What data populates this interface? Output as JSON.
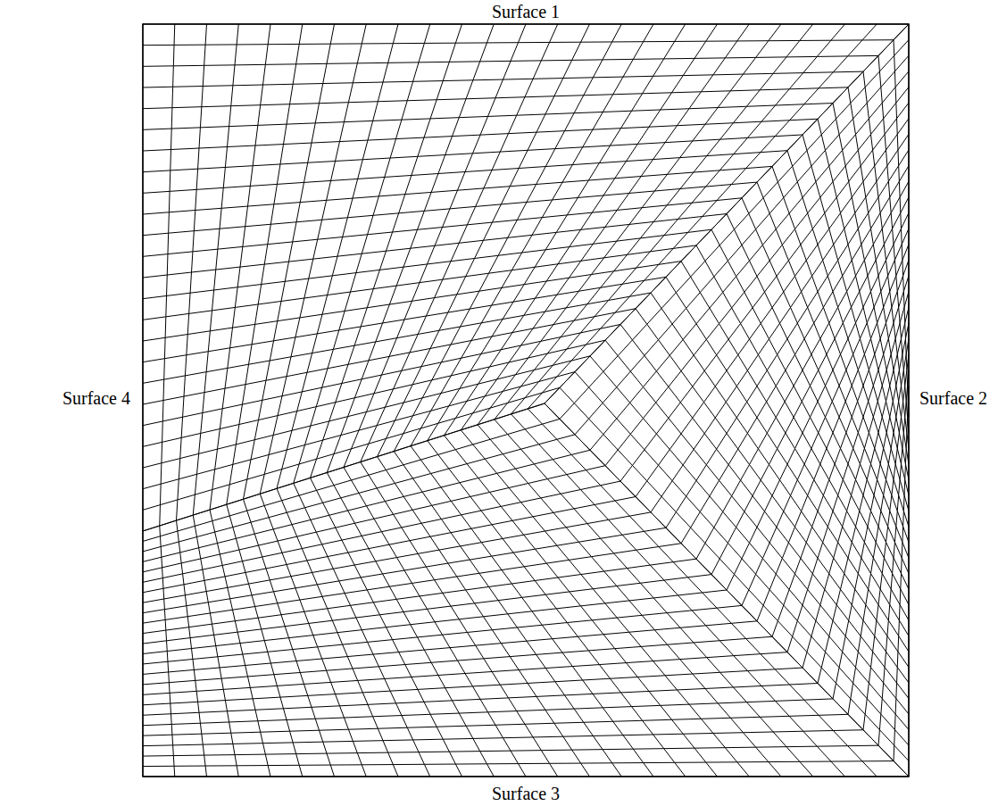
{
  "diagram": {
    "labels": [
      "Surface 1",
      "Surface 2",
      "Surface 3",
      "Surface 4"
    ]
  }
}
